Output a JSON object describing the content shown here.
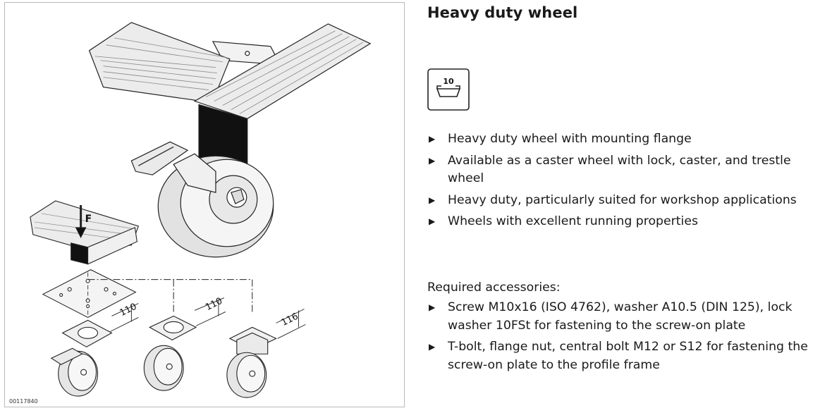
{
  "figure": {
    "id_label": "00117840",
    "dim_1": "110",
    "dim_2": "110",
    "dim_3": "116",
    "force_label": "F"
  },
  "product": {
    "title": "Heavy duty wheel",
    "icon": "profile-slot-10-icon",
    "slot_label": "10",
    "features": [
      "Heavy duty wheel with mounting flange",
      "Available as a caster wheel with lock, caster, and trestle wheel",
      "Heavy duty, particularly suited for workshop applications",
      "Wheels with excellent running properties"
    ],
    "accessories_label": "Required accessories:",
    "accessories": [
      "Screw M10x16 (ISO 4762), washer A10.5 (DIN 125), lock washer 10FSt for fastening to the screw-on plate",
      "T-bolt, flange nut, central bolt M12 or S12 for fastening the screw-on plate to the profile frame"
    ]
  },
  "colors": {
    "text": "#1a1a1a",
    "line": "#222222",
    "frame": "#b9b9b9",
    "shade": "#d9d9d9",
    "dark": "#111111"
  }
}
